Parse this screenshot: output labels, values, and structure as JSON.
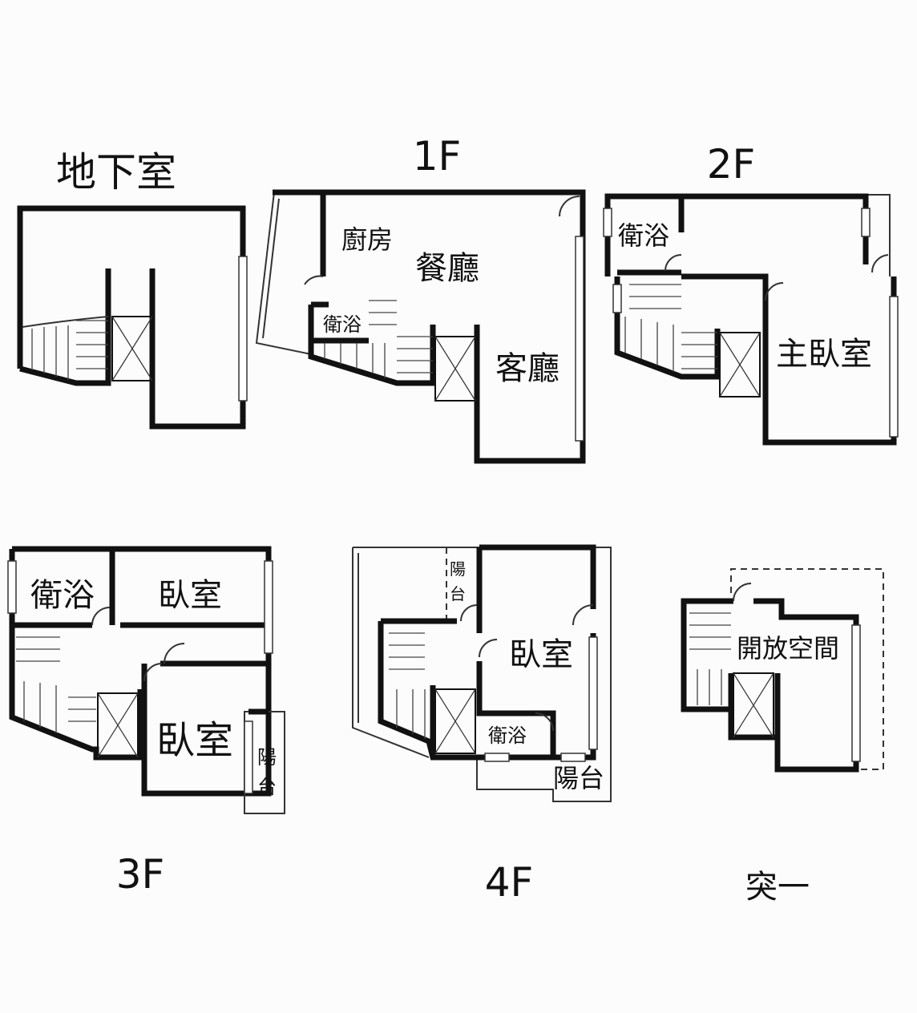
{
  "floors": {
    "basement": {
      "title": "地下室"
    },
    "f1": {
      "title": "1F",
      "rooms": {
        "kitchen": "廚房",
        "dining": "餐廳",
        "bath": "衛浴",
        "living": "客廳"
      }
    },
    "f2": {
      "title": "2F",
      "rooms": {
        "bath": "衛浴",
        "master": "主臥室"
      }
    },
    "f3": {
      "title": "3F",
      "rooms": {
        "bath": "衛浴",
        "bedroom1": "臥室",
        "bedroom2": "臥室",
        "balcony_top": "陽",
        "balcony_bottom": "台"
      }
    },
    "f4": {
      "title": "4F",
      "rooms": {
        "balcony1_top": "陽",
        "balcony1_bottom": "台",
        "bedroom": "臥室",
        "bath": "衛浴",
        "balcony2": "陽台"
      }
    },
    "roof": {
      "title": "突一",
      "rooms": {
        "open": "開放空間"
      }
    }
  }
}
